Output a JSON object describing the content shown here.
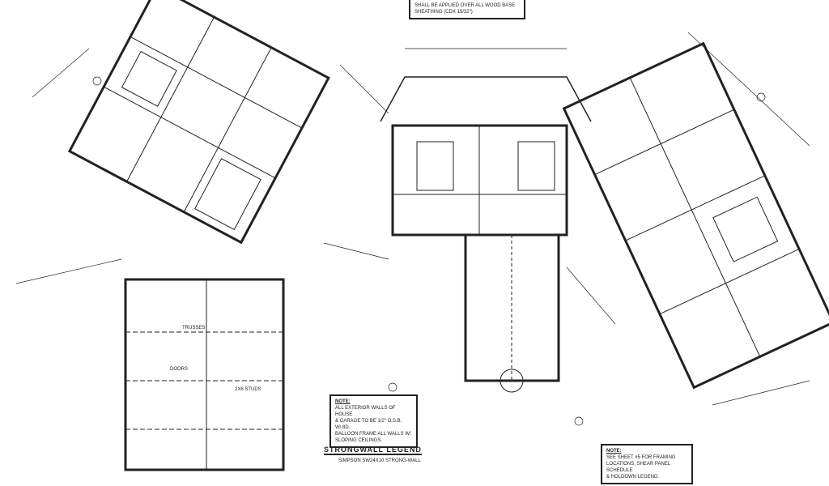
{
  "top_note": "Shall be applied over all wood base sheathing (CDX 15/32\")",
  "note_left": {
    "title": "Note:",
    "lines": [
      "All exterior walls of house",
      "& garage to be 1/2\" O.S.B.",
      "w/ 8d.",
      "Balloon frame all walls w/",
      "sloping ceilings."
    ]
  },
  "legend": {
    "title": "Strongwall Legend",
    "item": "Simpson SW24x10 Strong-Wall"
  },
  "note_right": {
    "title": "Note:",
    "lines": [
      "See sheet #5 for framing",
      "locations, shear panel schedule",
      "& holdown legend."
    ]
  },
  "labels": {
    "trusses": "Trusses",
    "doors": "Doors",
    "garage_note": "2x6 studs"
  }
}
